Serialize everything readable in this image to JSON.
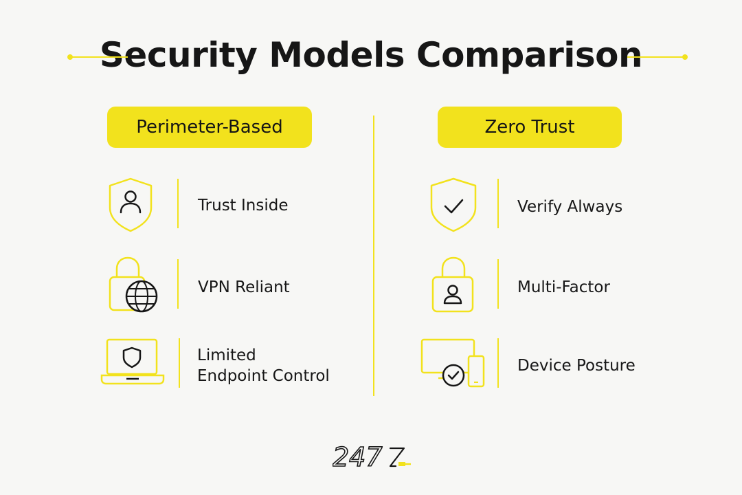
{
  "title": "Security Models Comparison",
  "colors": {
    "accent": "#f2e21d",
    "text": "#161616",
    "background": "#f7f7f5"
  },
  "columns": [
    {
      "heading": "Perimeter-Based",
      "items": [
        {
          "icon": "shield-user-icon",
          "label": "Trust Inside"
        },
        {
          "icon": "lock-globe-icon",
          "label": "VPN Reliant"
        },
        {
          "icon": "laptop-shield-icon",
          "label_lines": [
            "Limited",
            "Endpoint Control"
          ]
        }
      ]
    },
    {
      "heading": "Zero Trust",
      "items": [
        {
          "icon": "shield-check-icon",
          "label": "Verify Always"
        },
        {
          "icon": "lock-user-icon",
          "label": "Multi-Factor"
        },
        {
          "icon": "devices-check-icon",
          "label": "Device Posture"
        }
      ]
    }
  ],
  "logo": {
    "text": "247",
    "icon": "brand-logo-icon"
  }
}
